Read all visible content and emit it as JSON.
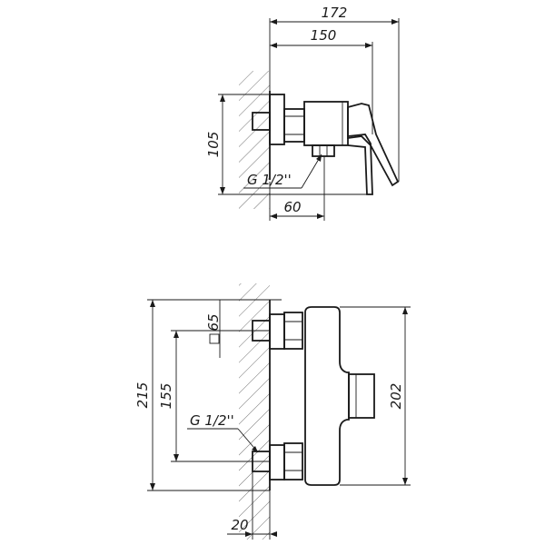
{
  "top_view": {
    "dim_overall_width": "172",
    "dim_body_width": "150",
    "dim_height": "105",
    "dim_depth": "60",
    "thread_label": "G 1/2''"
  },
  "front_view": {
    "dim_square": "65",
    "dim_height_total": "215",
    "dim_inlet_spacing": "155",
    "dim_body_height": "202",
    "dim_wall_offset": "20",
    "thread_label": "G 1/2''"
  }
}
